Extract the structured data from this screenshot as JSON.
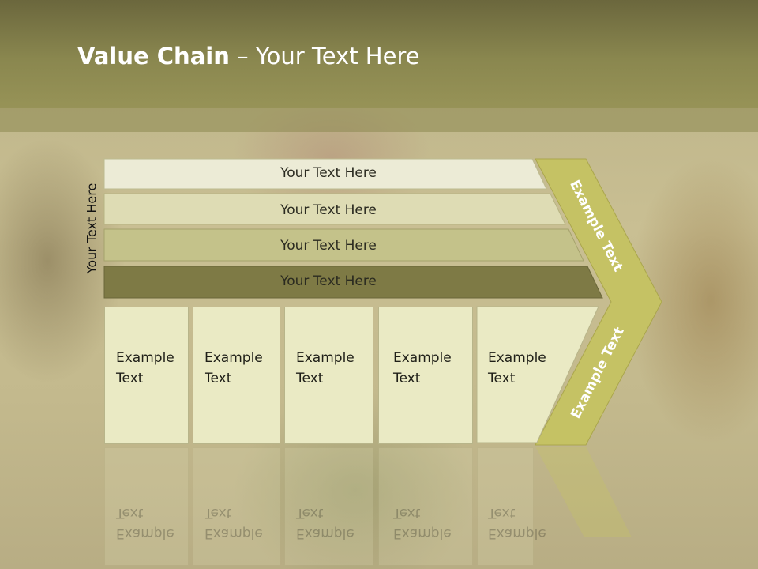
{
  "slide": {
    "title_bold": "Value Chain",
    "title_rest": " – Your Text Here",
    "side_label": "Your Text Here",
    "bars": [
      "Your Text Here",
      "Your Text Here",
      "Your Text Here",
      "Your Text Here"
    ],
    "boxes": [
      {
        "line1": "Example",
        "line2": "Text"
      },
      {
        "line1": "Example",
        "line2": "Text"
      },
      {
        "line1": "Example",
        "line2": "Text"
      },
      {
        "line1": "Example",
        "line2": "Text"
      },
      {
        "line1": "Example",
        "line2": "Text"
      }
    ],
    "chevron_top": "Example Text",
    "chevron_bottom": "Example Text"
  },
  "colors": {
    "header": "#7c7946",
    "bar1": "#ecebd6",
    "bar2": "#dedcb4",
    "bar3": "#c4c28a",
    "bar4": "#7e7a45",
    "chevron": "#c5c264",
    "box": "#eaeac4"
  }
}
